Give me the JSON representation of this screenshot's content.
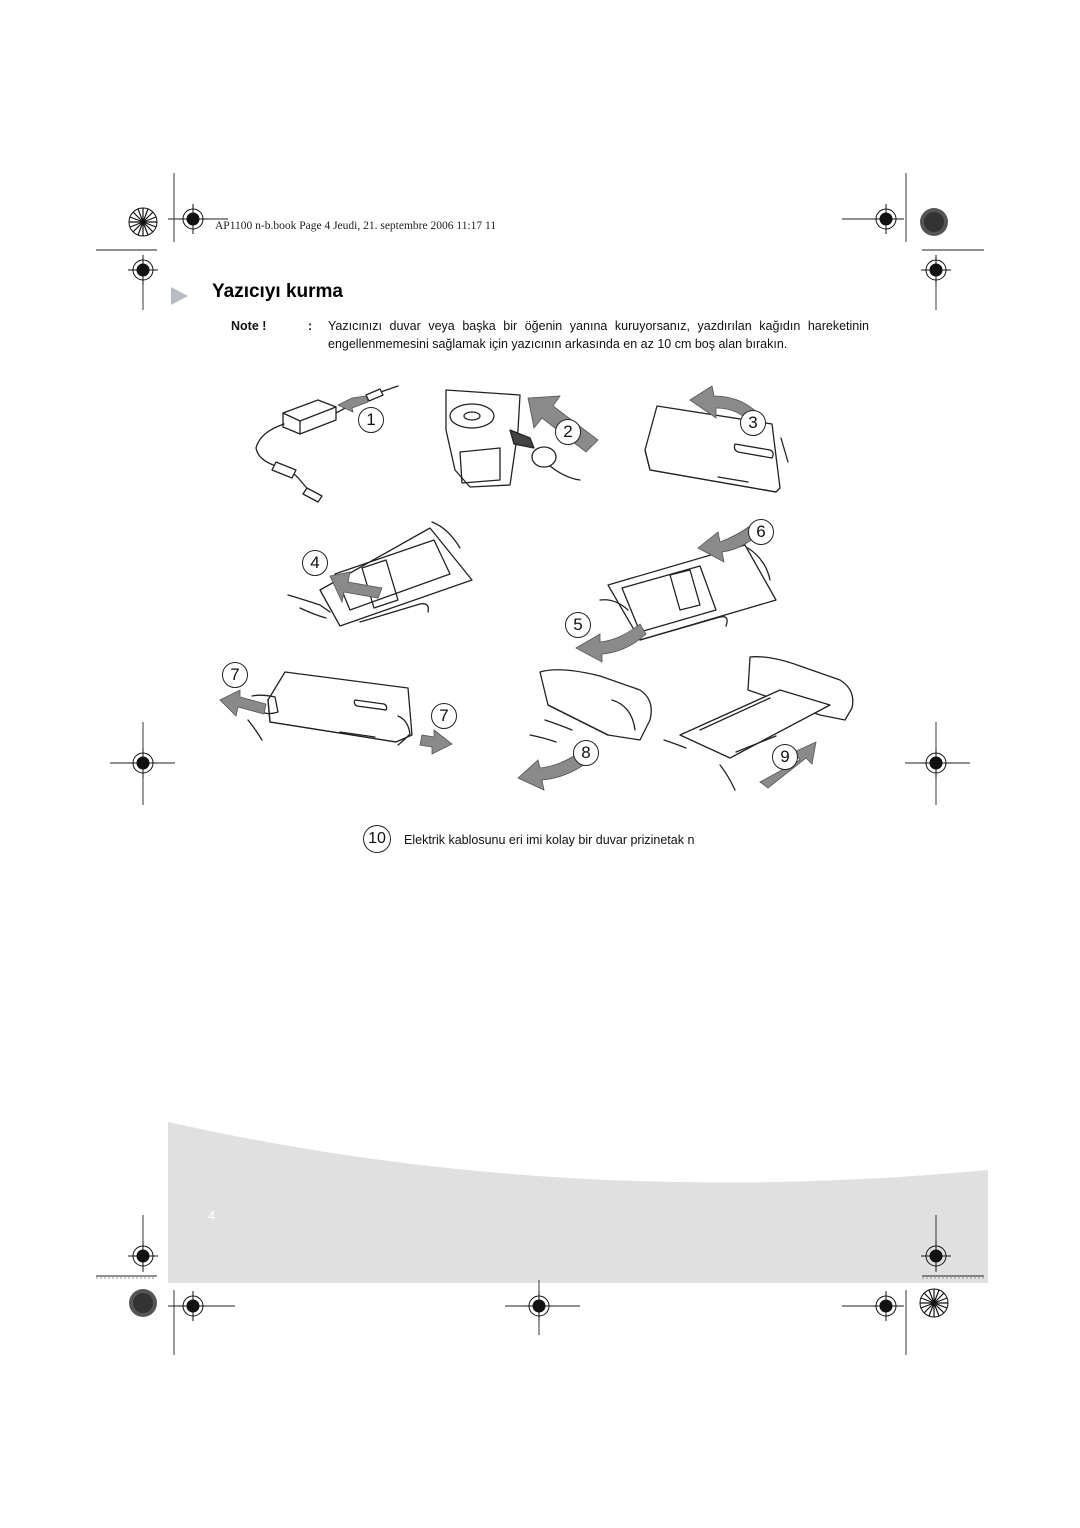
{
  "header": {
    "book_info": "AP1100 n-b.book  Page 4  Jeudi, 21. septembre 2006  11:17 11"
  },
  "section": {
    "title": "Yazıcıyı kurma"
  },
  "note": {
    "label": "Note !",
    "colon": ":",
    "text": "Yazıcınızı duvar veya başka bir öğenin yanına kuruyorsanız, yazdırılan kağıdın hareketinin engellenmemesini sağlamak için yazıcının arkasında en az 10 cm boş alan bırakın."
  },
  "steps": {
    "s1": "1",
    "s2": "2",
    "s3": "3",
    "s4": "4",
    "s5": "5",
    "s6": "6",
    "s7a": "7",
    "s7b": "7",
    "s8": "8",
    "s9": "9",
    "s10": "10"
  },
  "step10_text": "Elektrik kablosunu eri   imi kolay bir duvar prizinetak n",
  "footer": {
    "page_number": "4"
  },
  "colors": {
    "footer_band": "#e0e0e1",
    "title_arrow": "#b9bcc4",
    "arrow_fill": "#8a8a8a"
  }
}
